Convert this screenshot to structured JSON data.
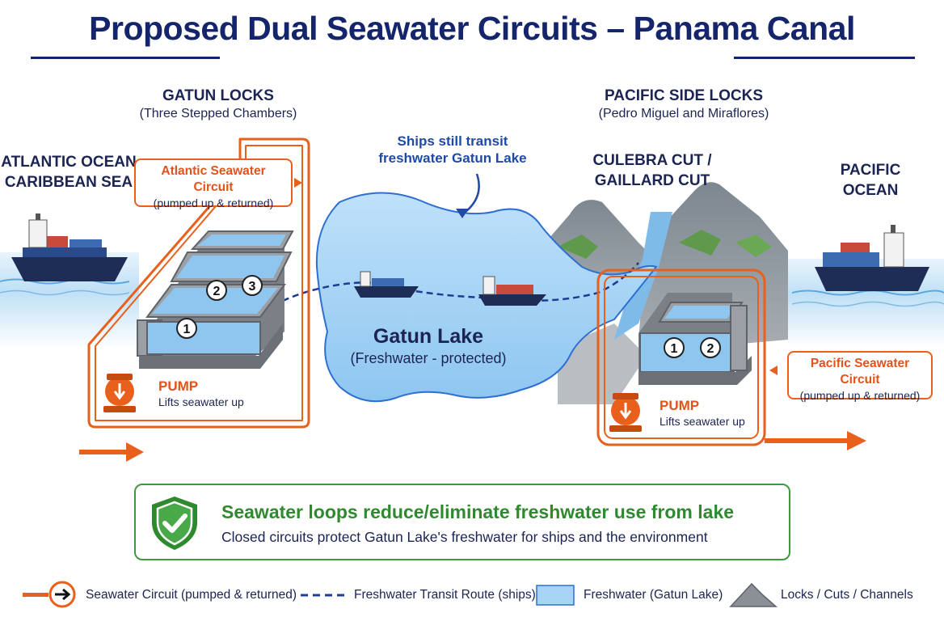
{
  "title": "Proposed Dual Seawater Circuits – Panama Canal",
  "regions": {
    "atlantic_ocean": {
      "line1": "ATLANTIC OCEAN",
      "line2": "CARIBBEAN SEA"
    },
    "pacific_ocean": {
      "line1": "PACIFIC",
      "line2": "OCEAN"
    },
    "culebra_cut": {
      "line1": "CULEBRA CUT /",
      "line2": "GAILLARD CUT"
    }
  },
  "gatun_locks": {
    "title": "GATUN LOCKS",
    "subtitle": "(Three Stepped Chambers)",
    "chambers": [
      "1",
      "2",
      "3"
    ]
  },
  "pacific_locks": {
    "title": "PACIFIC SIDE LOCKS",
    "subtitle": "(Pedro Miguel and Miraflores)",
    "chambers": [
      "1",
      "2"
    ]
  },
  "atlantic_circuit": {
    "title": "Atlantic Seawater Circuit",
    "subtitle": "(pumped up & returned)"
  },
  "pacific_circuit": {
    "title": "Pacific Seawater Circuit",
    "subtitle": "(pumped up & returned)"
  },
  "pump_left": {
    "label": "PUMP",
    "desc": "Lifts seawater up"
  },
  "pump_right": {
    "label": "PUMP",
    "desc": "Lifts seawater up"
  },
  "lake": {
    "name": "Gatun Lake",
    "desc": "(Freshwater - protected)"
  },
  "ships_note": {
    "line1": "Ships still transit",
    "line2": "freshwater Gatun Lake"
  },
  "summary": {
    "headline": "Seawater loops reduce/eliminate freshwater use from lake",
    "detail": "Closed circuits protect Gatun Lake's freshwater for ships and the environment"
  },
  "legend": {
    "seawater": "Seawater Circuit (pumped & returned)",
    "route": "Freshwater Transit Route (ships)",
    "freshwater": "Freshwater (Gatun Lake)",
    "locks": "Locks / Cuts / Channels"
  },
  "colors": {
    "circuit_orange": "#e8601c",
    "navy": "#14256b",
    "lake_blue": "#a8d4f5",
    "lake_stroke": "#2d6fd2",
    "check_green": "#2f8a2f"
  },
  "icons": [
    "shield-check-icon",
    "pump-icon",
    "arrow-right-icon",
    "mountain-icon"
  ]
}
